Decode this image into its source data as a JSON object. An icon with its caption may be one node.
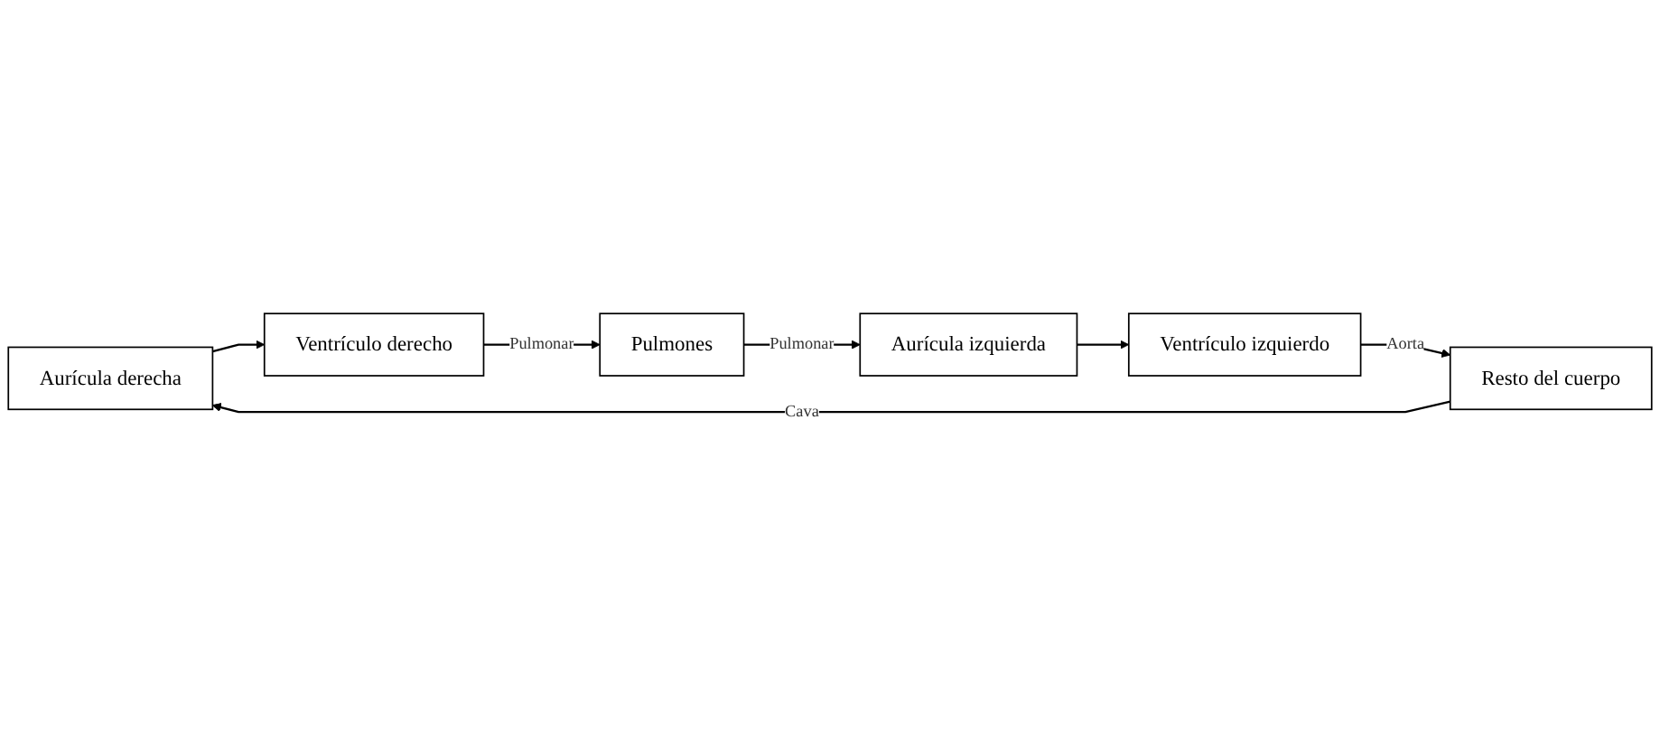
{
  "diagram": {
    "nodes": [
      {
        "text": [
          "Aurícula derecha"
        ]
      },
      {
        "text": [
          "Ventrículo derecho"
        ]
      },
      {
        "text": [
          "Pulmones"
        ]
      },
      {
        "text": [
          "Aurícula izquierda"
        ]
      },
      {
        "text": [
          "Ventrículo izquierdo"
        ]
      },
      {
        "text": [
          "Resto del cuerpo"
        ]
      }
    ],
    "edges": [
      {
        "from": 0,
        "to": 1,
        "arrow": "to"
      },
      {
        "from": 1,
        "to": 2,
        "arrow": "to",
        "label": "Pulmonar"
      },
      {
        "from": 2,
        "to": 3,
        "arrow": "to",
        "label": "Pulmonar"
      },
      {
        "from": 3,
        "to": 4,
        "arrow": "to"
      },
      {
        "from": 4,
        "to": 5,
        "arrow": "to",
        "label": "Aorta"
      },
      {
        "from": 5,
        "to": 0,
        "arrow": "to",
        "label": "Cava"
      }
    ]
  }
}
